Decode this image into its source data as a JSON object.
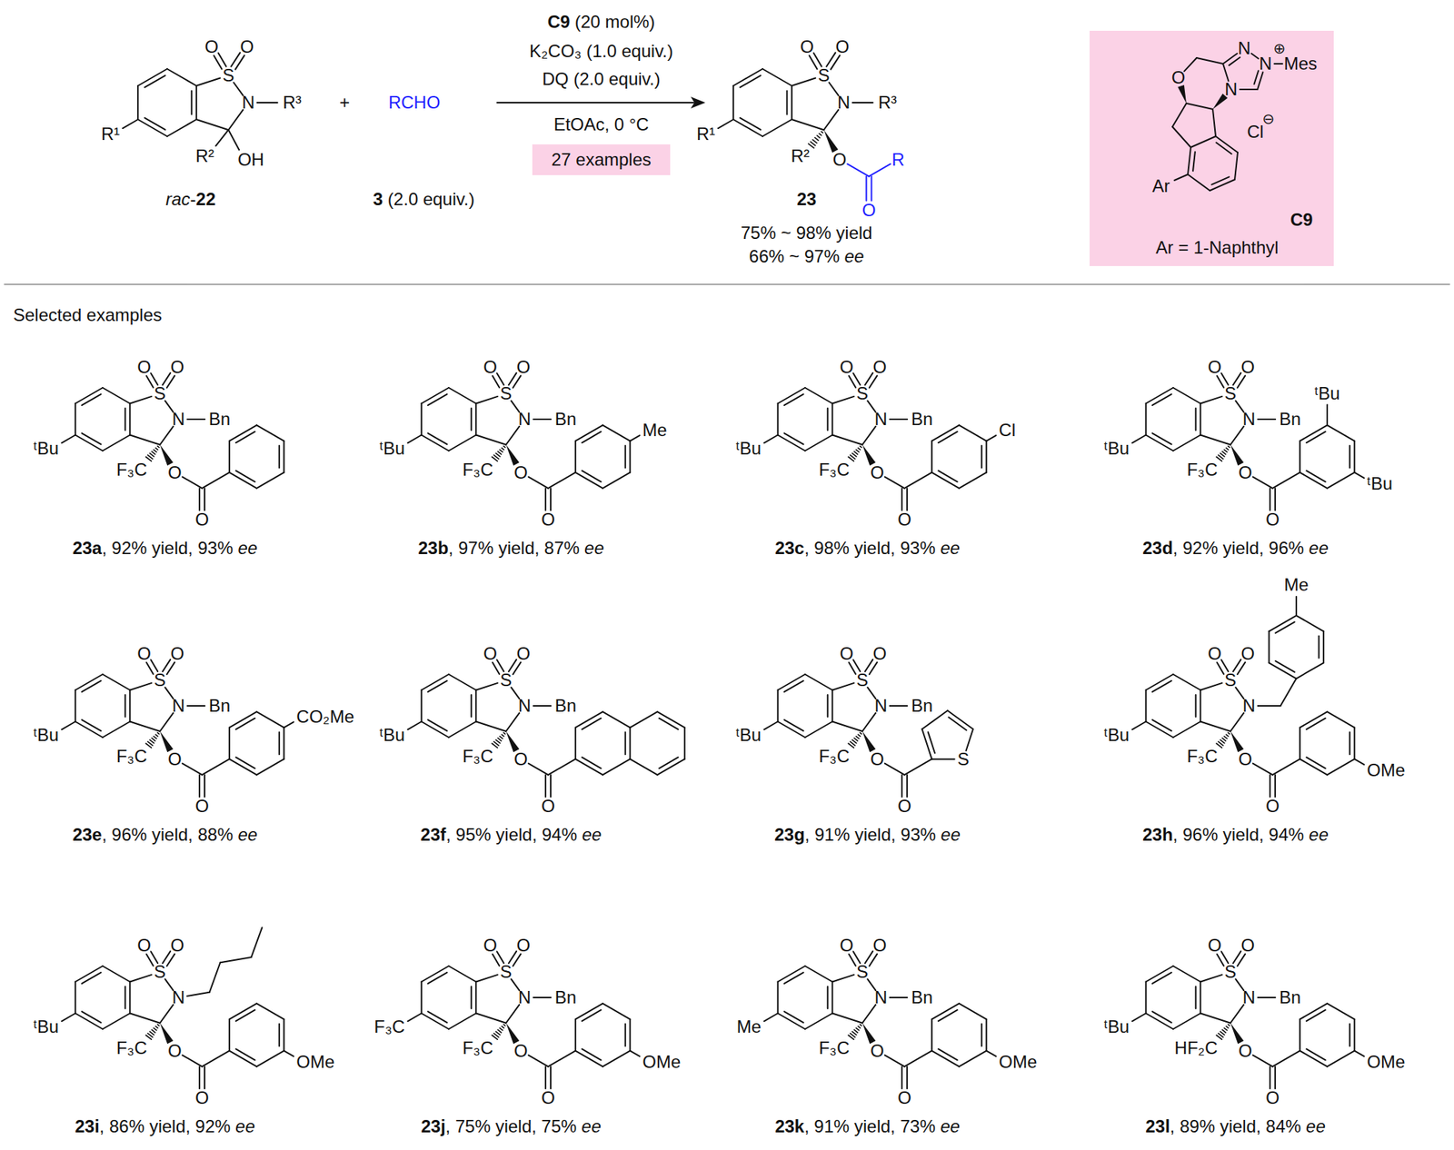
{
  "diagram": {
    "nodes": [
      {
        "text": [
          "27 examples"
        ]
      },
      {
        "text": [
          "C9",
          "Ar = 1-Naphthyl"
        ]
      }
    ],
    "labels": [
      "O",
      "O",
      "S",
      "N",
      "R³",
      "R¹",
      "R²",
      "OH",
      "rac-22",
      "+",
      "RCHO",
      "3 (2.0 equiv.)",
      "C9 (20 mol%)",
      "K₂CO₃ (1.0 equiv.)",
      "DQ (2.0 equiv.)",
      "EtOAc, 0 °C",
      "O",
      "O",
      "S",
      "N",
      "R³",
      "R¹",
      "R²",
      "O",
      "O",
      "R",
      "23",
      "75% ~ 98% yield",
      "66% ~ 97% ee",
      "O",
      "N",
      "N",
      "N",
      "⊕",
      "Mes",
      "Cl",
      "⊖",
      "Ar",
      "Selected examples",
      "O",
      "O",
      "S",
      "N",
      "Bn",
      "ᵗBu",
      "F₃C",
      "O",
      "O",
      "23a, 92% yield, 93% ee",
      "O",
      "O",
      "S",
      "N",
      "Bn",
      "ᵗBu",
      "F₃C",
      "O",
      "O",
      "Me",
      "23b, 97% yield, 87% ee",
      "O",
      "O",
      "S",
      "N",
      "Bn",
      "ᵗBu",
      "F₃C",
      "O",
      "O",
      "Cl",
      "23c, 98% yield, 93% ee",
      "O",
      "O",
      "S",
      "N",
      "Bn",
      "ᵗBu",
      "F₃C",
      "O",
      "O",
      "ᵗBu",
      "ᵗBu",
      "23d, 92% yield, 96% ee",
      "O",
      "O",
      "S",
      "N",
      "Bn",
      "ᵗBu",
      "F₃C",
      "O",
      "O",
      "CO₂Me",
      "23e, 96% yield, 88% ee",
      "O",
      "O",
      "S",
      "N",
      "Bn",
      "ᵗBu",
      "F₃C",
      "O",
      "O",
      "23f, 95% yield, 94% ee",
      "O",
      "O",
      "S",
      "N",
      "Bn",
      "ᵗBu",
      "F₃C",
      "O",
      "O",
      "S",
      "23g, 91% yield, 93% ee",
      "O",
      "O",
      "S",
      "N",
      "Me",
      "ᵗBu",
      "F₃C",
      "O",
      "O",
      "OMe",
      "23h, 96% yield, 94% ee",
      "O",
      "O",
      "S",
      "N",
      "ᵗBu",
      "F₃C",
      "O",
      "O",
      "OMe",
      "23i, 86% yield, 92% ee",
      "O",
      "O",
      "S",
      "N",
      "Bn",
      "F₃C",
      "F₃C",
      "O",
      "O",
      "OMe",
      "23j, 75% yield, 75% ee",
      "O",
      "O",
      "S",
      "N",
      "Bn",
      "Me",
      "F₃C",
      "O",
      "O",
      "OMe",
      "23k, 91% yield, 73% ee",
      "O",
      "O",
      "S",
      "N",
      "Bn",
      "ᵗBu",
      "HF₂C",
      "O",
      "O",
      "OMe",
      "23l, 89% yield, 84% ee"
    ]
  }
}
